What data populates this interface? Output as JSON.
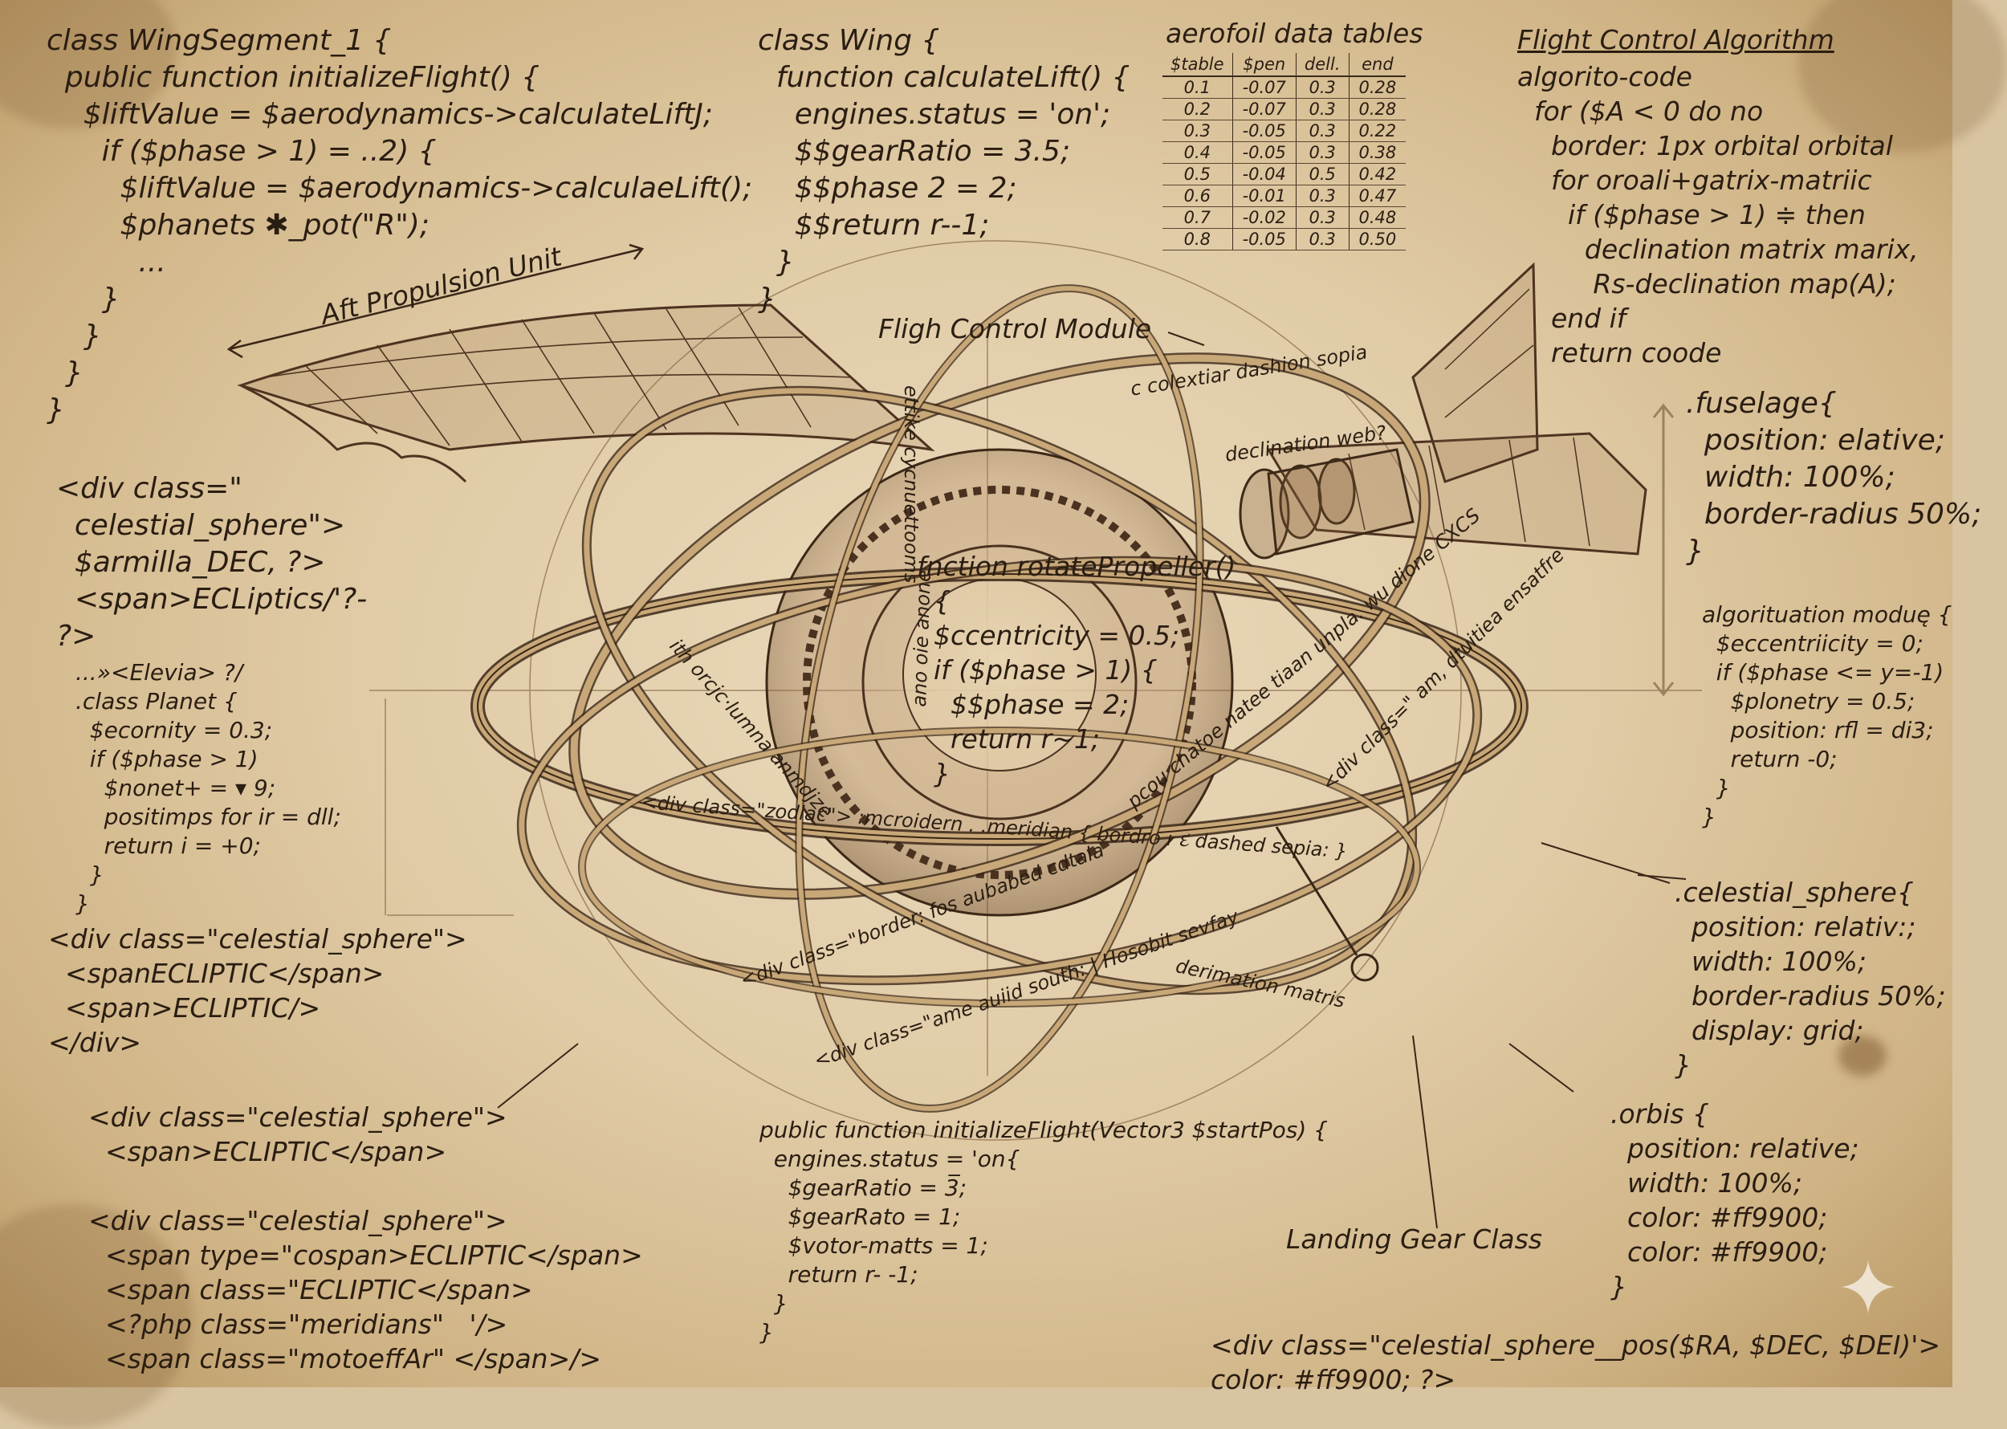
{
  "code_blocks": {
    "wing_segment": [
      "class WingSegment_1 {",
      "  public function initializeFlight() {",
      "    $liftValue = $aerodynamics->calculateLiftJ;",
      "      if ($phase > 1) = ..2) {",
      "        $liftValue = $aerodynamics->calculaeLift();",
      "        $phanets ✱_pot(\"R\");",
      "          ...",
      "      }",
      "    }",
      "  }",
      "}"
    ],
    "wing": [
      "class Wing {",
      "  function calculateLift() {",
      "    engines.status = 'on';",
      "    $$gearRatio = 3.5;",
      "    $$phase 2 = 2;",
      "    $$return r--1;",
      "  }",
      "}"
    ],
    "flight_control_algorithm": [
      "algorito-code",
      "  for ($A < 0 do no",
      "    border: 1px orbital orbital",
      "    for oroali+gatrix-matriic",
      "      if ($phase > 1) ≑ then",
      "        declination matrix marix,",
      "         Rs-declination map(A);",
      "    end if",
      "    return coode"
    ],
    "fuselage": [
      ".fuselage{",
      "  position: elative;",
      "  width: 100%;",
      "  border-radius 50%;",
      "}"
    ],
    "celestial_div_left": [
      "<div class=\"",
      "  celestial_sphere\">",
      "  $armilla_DEC, ?>",
      "  <span>ECLiptics/'?-",
      "?>"
    ],
    "planet_class": [
      "...»<Elevia> ?/",
      ".class Planet {",
      "  $ecornity = 0.3;",
      "  if ($phase > 1)",
      "    $nonet+ = ▾ 9;",
      "    positimps for ir = dll;",
      "    return i = +0;",
      "  }",
      "}"
    ],
    "celestial_div_mid": [
      "<div class=\"celestial_sphere\">",
      "  <spanECLIPTIC</span>",
      "  <span>ECLIPTIC/>",
      "</div>"
    ],
    "celestial_div_lower": [
      "<div class=\"celestial_sphere\">",
      "  <span>ECLIPTIC</span>",
      "",
      "<div class=\"celestial_sphere\">",
      "  <span type=\"cospan>ECLIPTIC</span>",
      "  <span class=\"ECLIPTIC</span>",
      "  <?php class=\"meridians\"   '/>",
      "  <span class=\"motoeffAr\" </span>/>"
    ],
    "rotate_propeller": [
      "fnction rotatePropeller()",
      "  {",
      "  $ccentricity = 0.5;",
      "  if ($phase > 1) {",
      "    $$phase = 2;",
      "    return r~1;",
      "  }"
    ],
    "algorituation_module": [
      "algorituation moduę {",
      "  $eccentriicity = 0;",
      "  if ($phase <= y=-1)",
      "    $plonetry = 0.5;",
      "    position: rfl = di3;",
      "    return -0;",
      "  }",
      "}"
    ],
    "celestial_sphere_css": [
      ".celestial_sphere{",
      "  position: relativ:;",
      "  width: 100%;",
      "  border-radius 50%;",
      "  display: grid;",
      "}"
    ],
    "orbis_css": [
      ".orbis {",
      "  position: relative;",
      "  width: 100%;",
      "  color: #ff9900;",
      "  color: #ff9900;",
      "}"
    ],
    "initialize_flight": [
      "public function initializeFlight(Vector3 $startPos) {",
      "  engines.status = 'on{",
      "    $gearRatio = 3̅;",
      "    $gearRato = 1;",
      "    $votor-matts = 1;",
      "    return r- -1;",
      "  }",
      "}"
    ],
    "celestial_pos": [
      "<div class=\"celestial_sphere__pos($RA, $DEC, $DEI)'>",
      "color: #ff9900; ?>"
    ]
  },
  "headings": {
    "flight_control_algorithm": "Flight Control Algorithm",
    "aerofoil_tables": "aerofoil data tables"
  },
  "aerofoil_table": {
    "headers": [
      "$table",
      "$pen",
      "dell.",
      "end"
    ],
    "rows": [
      [
        "0.1",
        "-0.07",
        "0.3",
        "0.28"
      ],
      [
        "0.2",
        "-0.07",
        "0.3",
        "0.28"
      ],
      [
        "0.3",
        "-0.05",
        "0.3",
        "0.22"
      ],
      [
        "0.4",
        "-0.05",
        "0.3",
        "0.38"
      ],
      [
        "0.5",
        "-0.04",
        "0.5",
        "0.42"
      ],
      [
        "0.6",
        "-0.01",
        "0.3",
        "0.47"
      ],
      [
        "0.7",
        "-0.02",
        "0.3",
        "0.48"
      ],
      [
        "0.8",
        "-0.05",
        "0.3",
        "0.50"
      ]
    ]
  },
  "diagram_labels": {
    "aft_propulsion_unit": "Aft Propulsion Unit",
    "flight_control_module": "Fligh Control Module",
    "landing_gear_class": "Landing Gear Class",
    "ring_colextiar": "c colextiar dashion sopia",
    "ring_declination_web": "declination web?",
    "ring_zodiac": "<div class=\"zodiac\"> :mcroidern . .meridian { bordro ı દ dashed sepia: }",
    "ring_border": "<div class=\"border: fos aubabed cdtala",
    "ring_ame": "<div class=\"ame auiid south: | Hosobit sevfay",
    "ring_derimation": "derimation matris",
    "ring_div_class": "<div class=\" am, dtuitiea ensatfre",
    "ring_vertical": "ettike cycnuettooms",
    "ring_inner_left": "ith orcjc·lumna anmdjze",
    "ring_inner_mid": "ano oie anone",
    "ring_right_band": "pcou chatoe natee tiaan unpla. wu dione CXCS"
  },
  "colors": {
    "ink": "#2a1d12",
    "sepia_line": "#5b3d22",
    "parchment": "#e6d3b2"
  }
}
